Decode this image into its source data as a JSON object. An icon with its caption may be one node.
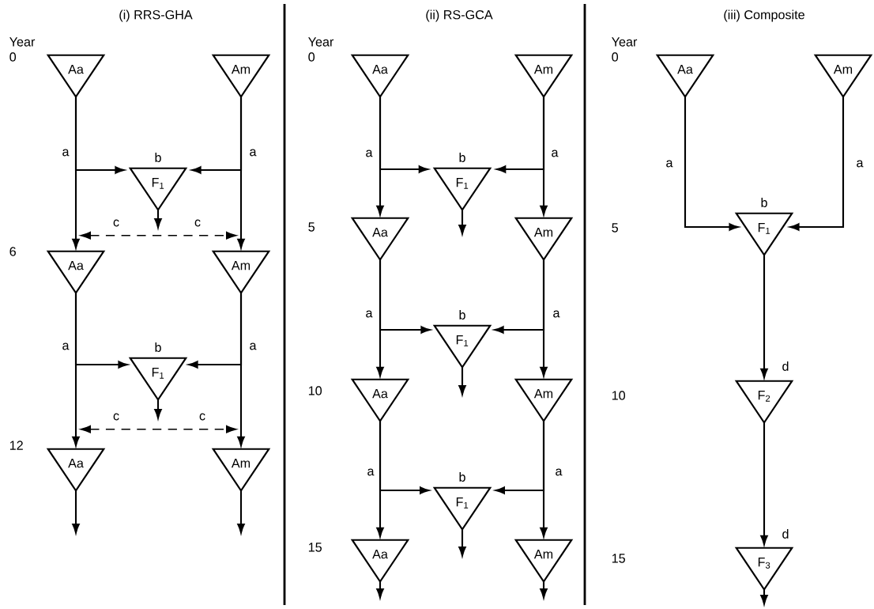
{
  "diagram": {
    "nodes": [
      {
        "text": [
          "Aa"
        ]
      },
      {
        "text": [
          "Am"
        ]
      },
      {
        "text": [
          "F$_{1}$"
        ],
        "beside": [
          "b"
        ]
      },
      {
        "text": [
          "Aa"
        ]
      },
      {
        "text": [
          "Am"
        ]
      },
      {
        "text": [
          "F$_{1}$"
        ],
        "beside": [
          "b"
        ]
      },
      {
        "text": [
          "Aa"
        ]
      },
      {
        "text": [
          "Am"
        ]
      },
      {
        "text": [
          "Aa"
        ]
      },
      {
        "text": [
          "Am"
        ]
      },
      {
        "text": [
          "F$_{1}$"
        ],
        "beside": [
          "b"
        ]
      },
      {
        "text": [
          "Aa"
        ]
      },
      {
        "text": [
          "Am"
        ]
      },
      {
        "text": [
          "F$_{1}$"
        ],
        "beside": [
          "b"
        ]
      },
      {
        "text": [
          "Aa"
        ]
      },
      {
        "text": [
          "Am"
        ]
      },
      {
        "text": [
          "F$_{1}$"
        ],
        "beside": [
          "b"
        ]
      },
      {
        "text": [
          "Aa"
        ]
      },
      {
        "text": [
          "Am"
        ]
      },
      {
        "text": [
          "Aa"
        ]
      },
      {
        "text": [
          "Am"
        ]
      },
      {
        "text": [
          "F$_{1}$"
        ],
        "beside": [
          "b"
        ]
      },
      {
        "text": [
          "F$_{2}$"
        ]
      },
      {
        "text": [
          "F$_{3}$"
        ]
      }
    ],
    "edges": [
      {
        "from": 0,
        "to": 2,
        "arrow": "to",
        "label": "a"
      },
      {
        "from": 1,
        "to": 2,
        "arrow": "to",
        "label": "a"
      },
      {
        "from": 0,
        "to": 3,
        "arrow": "to"
      },
      {
        "from": 1,
        "to": 4,
        "arrow": "to"
      },
      {
        "from": 2,
        "to": null,
        "arrow": "to"
      },
      {
        "from": 3,
        "to": 4,
        "arrow": "both",
        "style": "dashed"
      },
      {
        "from": 3,
        "to": 5,
        "arrow": "to",
        "label": "a"
      },
      {
        "from": 4,
        "to": 5,
        "arrow": "to",
        "label": "a"
      },
      {
        "from": 3,
        "to": 6,
        "arrow": "to"
      },
      {
        "from": 4,
        "to": 7,
        "arrow": "to"
      },
      {
        "from": 5,
        "to": null,
        "arrow": "to"
      },
      {
        "from": 6,
        "to": 7,
        "arrow": "both",
        "style": "dashed"
      },
      {
        "from": 6,
        "to": null,
        "arrow": "to"
      },
      {
        "from": 7,
        "to": null,
        "arrow": "to"
      },
      {
        "from": 8,
        "to": 10,
        "arrow": "to",
        "label": "a"
      },
      {
        "from": 9,
        "to": 10,
        "arrow": "to",
        "label": "a"
      },
      {
        "from": 8,
        "to": 11,
        "arrow": "to"
      },
      {
        "from": 9,
        "to": 12,
        "arrow": "to"
      },
      {
        "from": 10,
        "to": null,
        "arrow": "to"
      },
      {
        "from": 11,
        "to": 13,
        "arrow": "to",
        "label": "a"
      },
      {
        "from": 12,
        "to": 13,
        "arrow": "to",
        "label": "a"
      },
      {
        "from": 11,
        "to": 14,
        "arrow": "to"
      },
      {
        "from": 12,
        "to": 15,
        "arrow": "to"
      },
      {
        "from": 13,
        "to": null,
        "arrow": "to"
      },
      {
        "from": 14,
        "to": 16,
        "arrow": "to",
        "label": "a"
      },
      {
        "from": 15,
        "to": 16,
        "arrow": "to",
        "label": "a"
      },
      {
        "from": 14,
        "to": 17,
        "arrow": "to"
      },
      {
        "from": 15,
        "to": 18,
        "arrow": "to"
      },
      {
        "from": 16,
        "to": null,
        "arrow": "to"
      },
      {
        "from": 17,
        "to": null,
        "arrow": "to"
      },
      {
        "from": 18,
        "to": null,
        "arrow": "to"
      },
      {
        "from": 19,
        "to": 21,
        "arrow": "to",
        "label": "a"
      },
      {
        "from": 20,
        "to": 21,
        "arrow": "to",
        "label": "a"
      },
      {
        "from": 21,
        "to": 22,
        "arrow": "to",
        "label": "d"
      },
      {
        "from": 22,
        "to": 23,
        "arrow": "to",
        "label": "d"
      },
      {
        "from": 23,
        "to": null,
        "arrow": "to"
      }
    ],
    "labels": [
      "(i) RRS-GHA",
      "(ii) RS-GCA",
      "(iii) Composite",
      "Year",
      "0",
      "c",
      "c",
      "6",
      "c",
      "c",
      "12",
      "Year",
      "0",
      "5",
      "10",
      "15",
      "Year",
      "0",
      "5",
      "10",
      "15"
    ]
  }
}
